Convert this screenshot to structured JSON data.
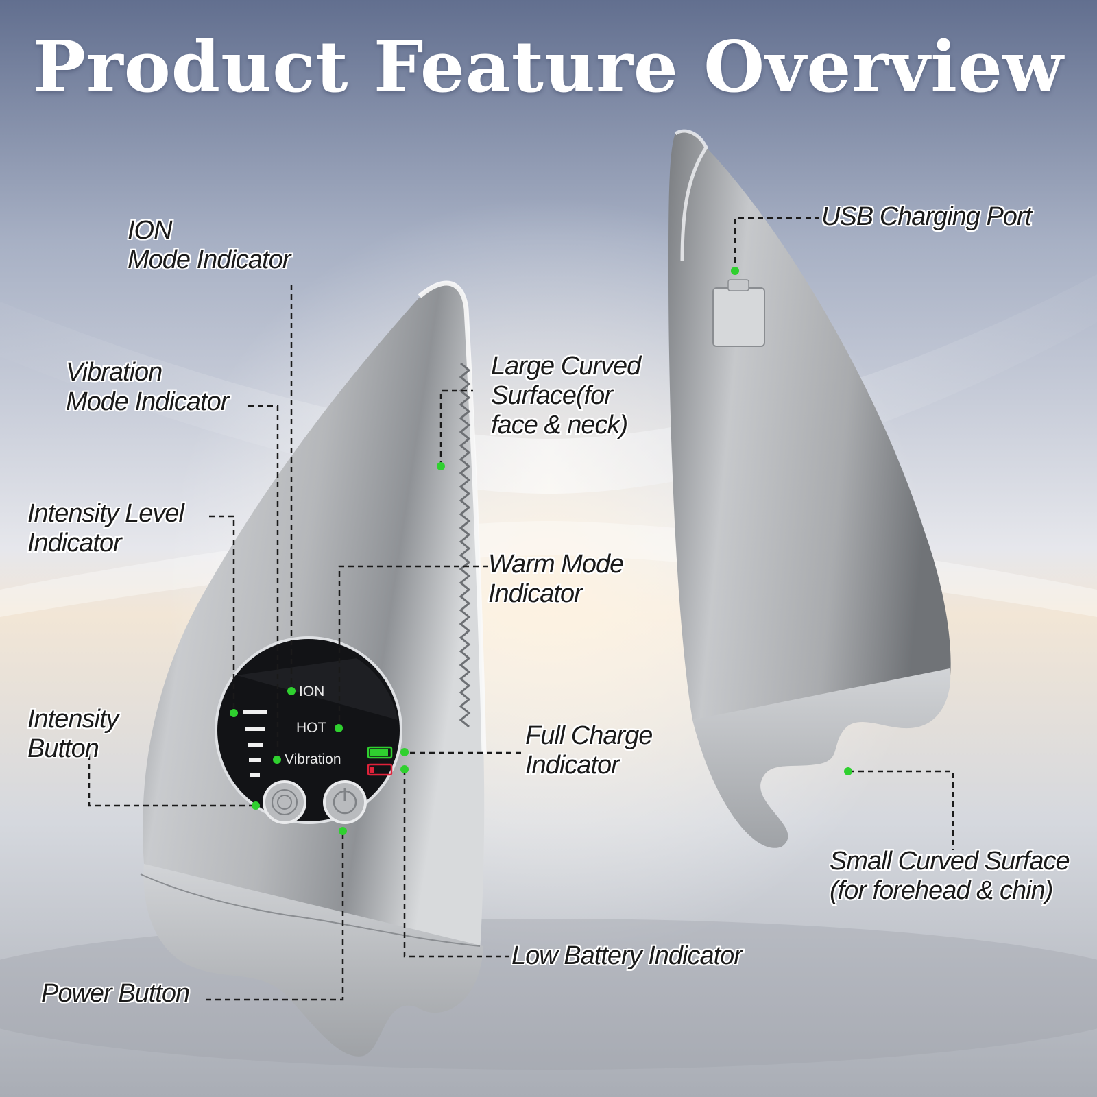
{
  "title": "Product Feature Overview",
  "labels": {
    "ion_mode": [
      "ION",
      "Mode Indicator"
    ],
    "vibration_mode": [
      "Vibration",
      "Mode Indicator"
    ],
    "intensity_level": [
      "Intensity Level",
      "Indicator"
    ],
    "intensity_button": [
      "Intensity",
      "Button"
    ],
    "power_button": [
      "Power Button"
    ],
    "large_curved": [
      "Large Curved",
      "Surface(for",
      "face & neck)"
    ],
    "warm_mode": [
      "Warm Mode",
      "Indicator"
    ],
    "full_charge": [
      "Full Charge",
      "Indicator"
    ],
    "low_battery": [
      "Low Battery Indicator"
    ],
    "usb_port": [
      "USB Charging Port"
    ],
    "small_curved": [
      "Small Curved Surface",
      "(for forehead & chin)"
    ]
  },
  "screen": {
    "ion": "ION",
    "hot": "HOT",
    "vibration": "Vibration"
  },
  "colors": {
    "indicator_dot": "#2fd02f",
    "battery_full": "#2fd02f",
    "battery_low": "#e0223a"
  }
}
